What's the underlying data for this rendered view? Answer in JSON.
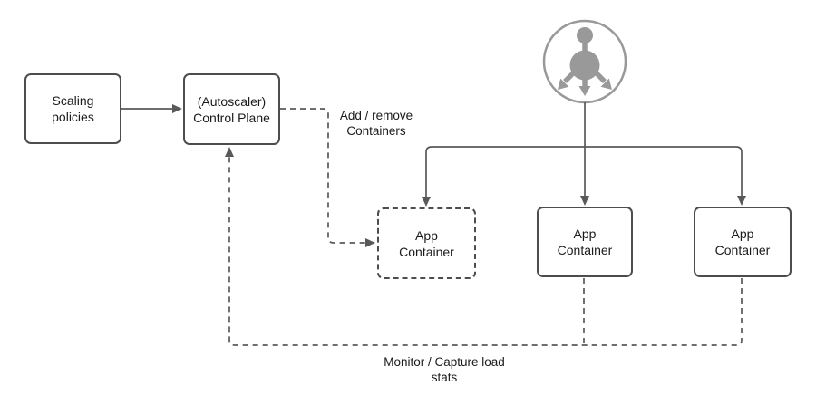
{
  "colors": {
    "background": "#ffffff",
    "box-border": "#4d4d4d",
    "box-fill": "#ffffff",
    "line": "#595959",
    "text": "#1a1a1a",
    "icon": "#999999"
  },
  "nodes": {
    "scaling_policies": {
      "label": "Scaling\npolicies"
    },
    "control_plane": {
      "label": "(Autoscaler)\nControl Plane"
    },
    "app_container_dashed": {
      "label": "App\nContainer"
    },
    "app_container_middle": {
      "label": "App\nContainer"
    },
    "app_container_right": {
      "label": "App\nContainer"
    }
  },
  "edge_labels": {
    "add_remove": "Add / remove\nContainers",
    "monitor": "Monitor / Capture load\nstats"
  },
  "icons": {
    "load_balancer": "load-balancer-icon"
  }
}
